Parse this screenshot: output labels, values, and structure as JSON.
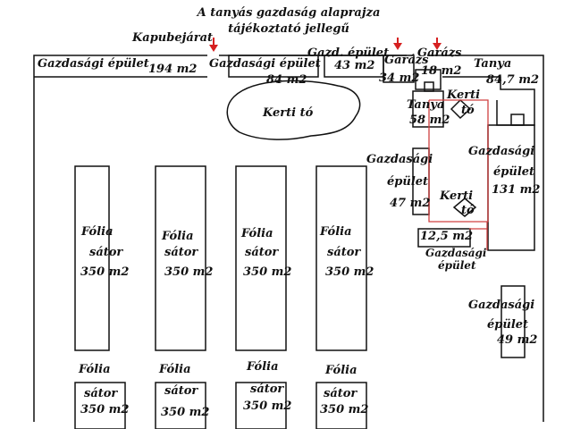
{
  "title": {
    "line1": "A tanyás gazdaság alaprajza",
    "line2": "tájékoztató jellegű"
  },
  "labels": {
    "kapubejarat": "Kapubejárat",
    "gazd_epulet": "Gazdasági épület",
    "area_194": "194 m2",
    "area_84": "84 m2",
    "gazd_epulet_abbr": "Gazd. épület",
    "area_43": "43 m2",
    "garazs": "Garázs",
    "area_34": "34 m2",
    "area_18": "18 m2",
    "tanya": "Tanya",
    "area_84_7": "84,7 m2",
    "area_58": "58 m2",
    "kerti_to": "Kerti tó",
    "kerti": "Kerti",
    "to": "tó",
    "gazdasagi": "Gazdasági",
    "epulet": "épület",
    "area_47": "47 m2",
    "area_131": "131 m2",
    "area_12_5": "12,5 m2",
    "area_49": "49 m2",
    "folia": "Fólia",
    "sator": "sátor",
    "area_350": "350 m2"
  },
  "colors": {
    "arrow": "#d62020",
    "fence": "#d04040",
    "line": "#111111"
  }
}
